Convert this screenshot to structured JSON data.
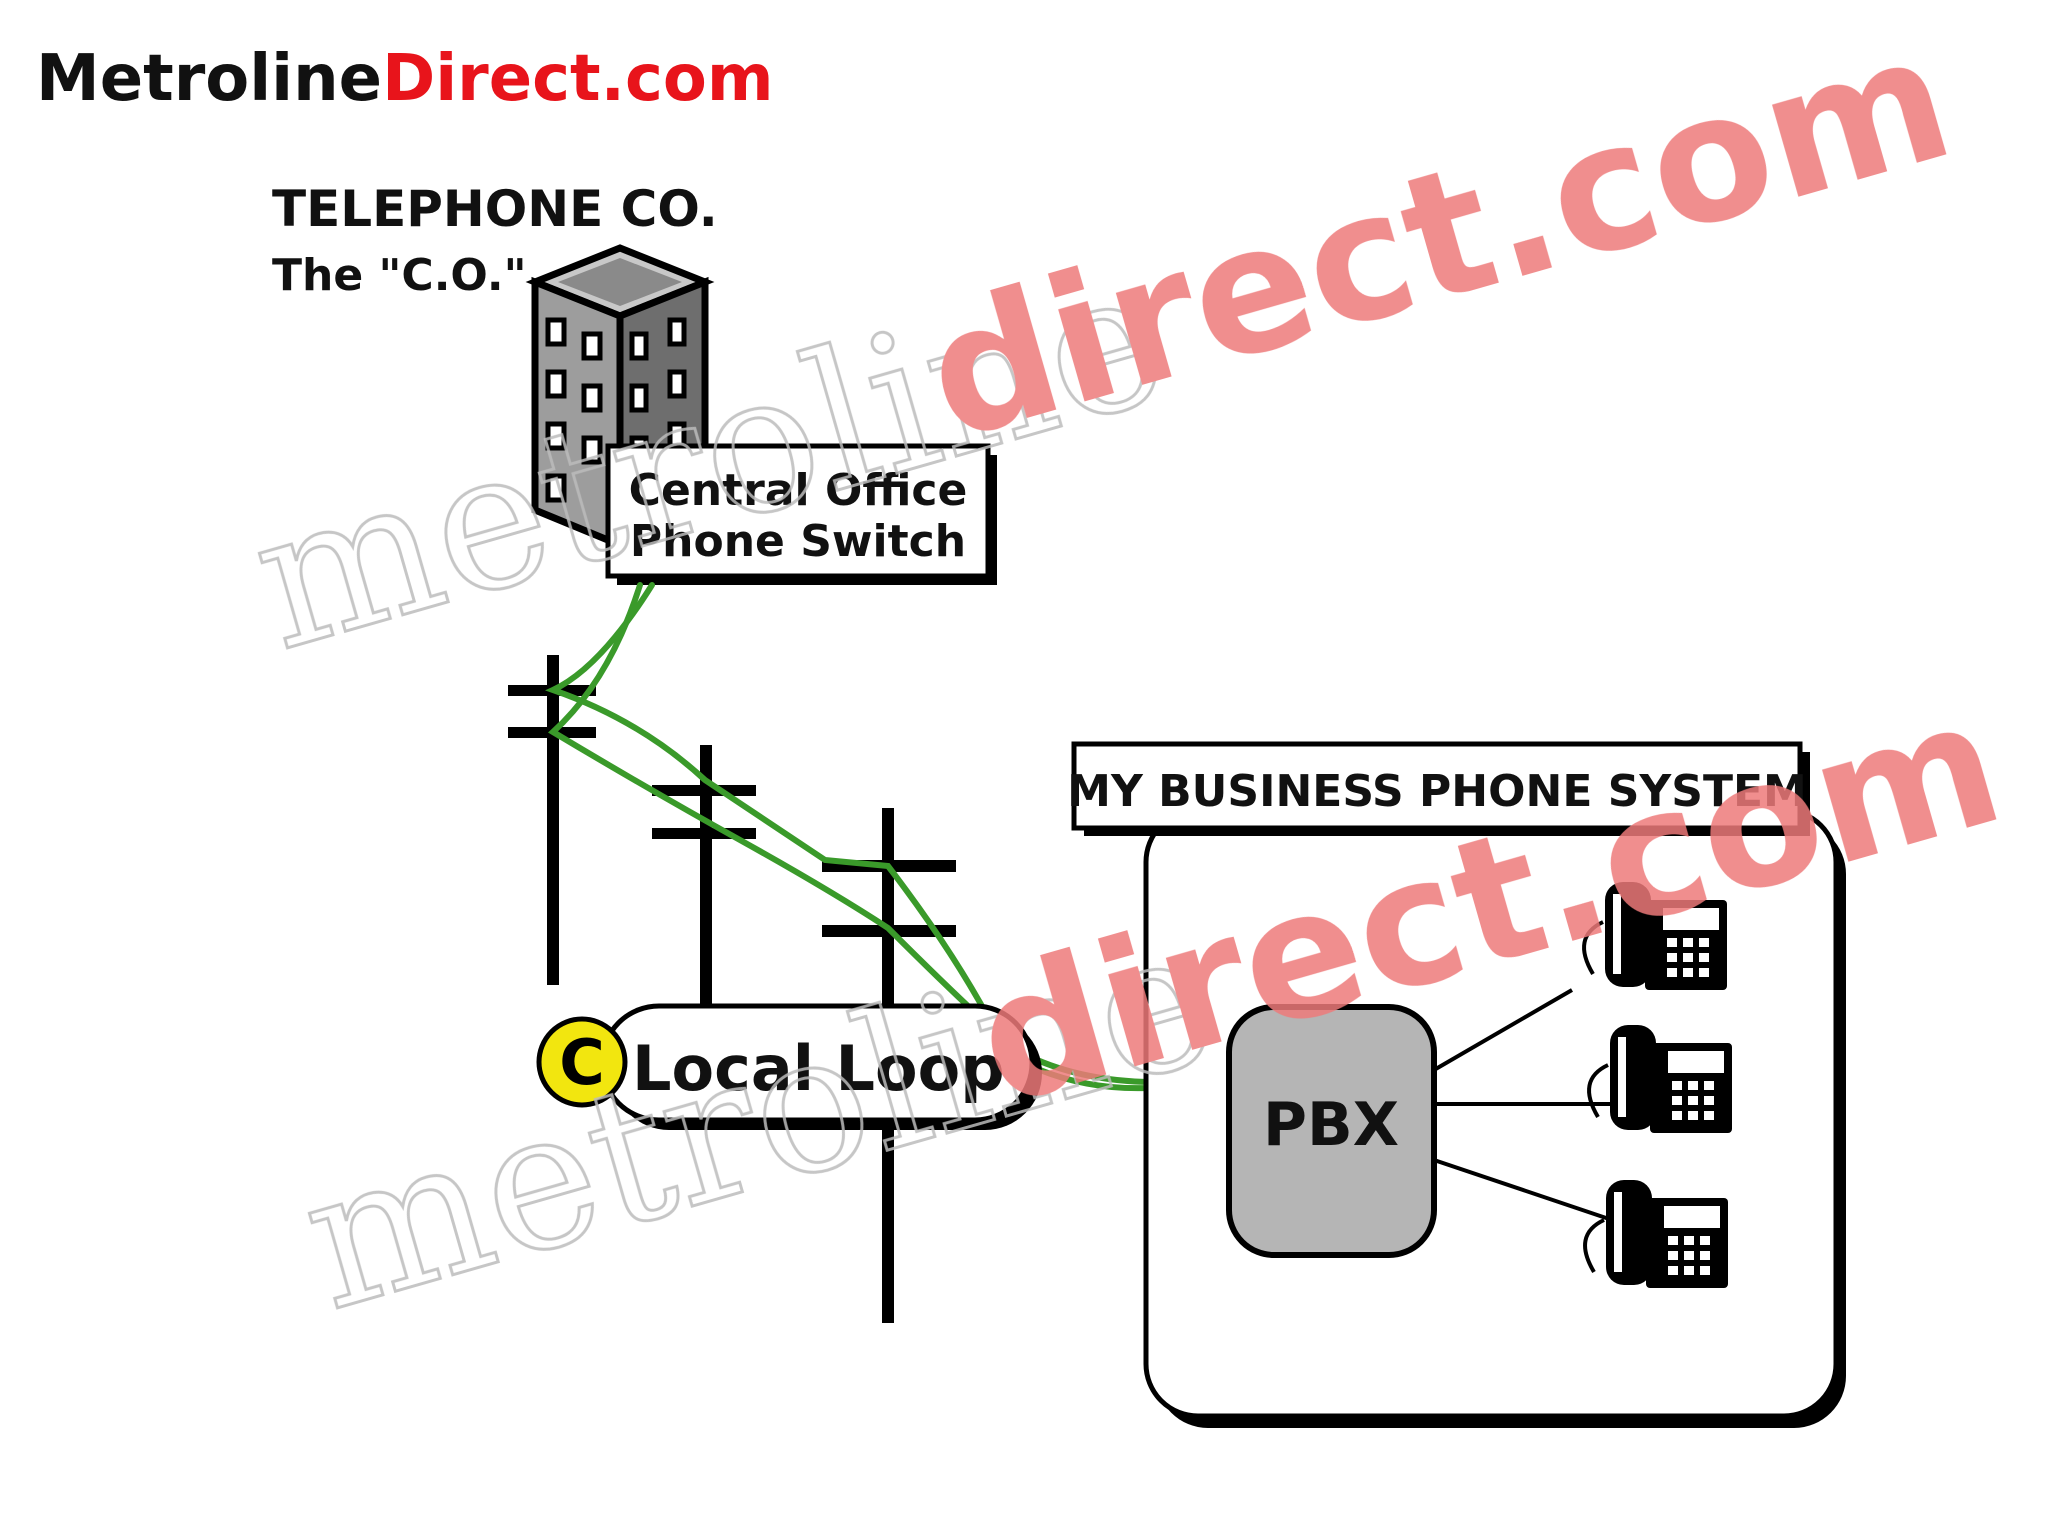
{
  "logo": {
    "part1": "Metroline",
    "part2": "Direct.com",
    "color1": "#111111",
    "color2": "#e8141b"
  },
  "telephone_company": {
    "title": "TELEPHONE CO.",
    "subtitle": "The \"C.O.\""
  },
  "central_office": {
    "line1": "Central Office",
    "line2": "Phone Switch"
  },
  "local_loop": {
    "badge": "C",
    "label": "Local Loop",
    "badge_color": "#f2e60f"
  },
  "business": {
    "title": "MY BUSINESS PHONE SYSTEM",
    "pbx_label": "PBX",
    "pbx_color": "#b5b5b5"
  },
  "phones": [
    {
      "icon": "desk-phone-icon"
    },
    {
      "icon": "desk-phone-icon"
    },
    {
      "icon": "desk-phone-icon"
    }
  ],
  "icons": {
    "building": "office-building-icon",
    "poles": "utility-pole-icon",
    "phone": "desk-phone-icon"
  },
  "colors": {
    "wire": "#3a9a2a",
    "watermark_red": "#ee7a7a"
  },
  "watermarks": [
    {
      "outline": "metroline",
      "red": "direct.com"
    },
    {
      "outline": "metroline",
      "red": "direct.com"
    }
  ]
}
